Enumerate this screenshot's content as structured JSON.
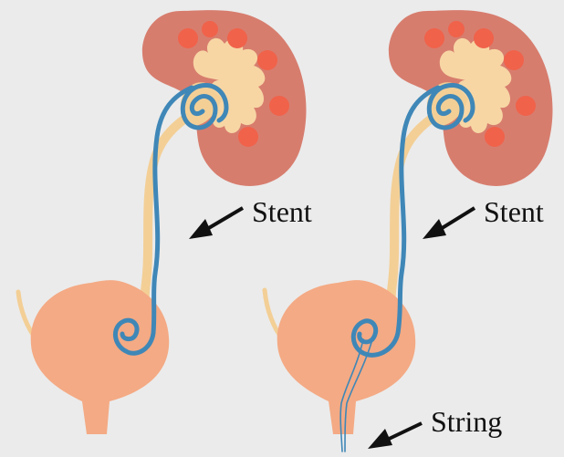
{
  "labels": {
    "stent_left": "Stent",
    "stent_right": "Stent",
    "string": "String"
  },
  "colors": {
    "background": "#ebebeb",
    "kidney": "#d77d6e",
    "calyx": "#f7d6a4",
    "papilla": "#f0624a",
    "ureter": "#f3cf96",
    "bladder": "#f4aa84",
    "stent": "#3f87b7",
    "arrow": "#111111"
  },
  "icons": [
    "kidney-icon",
    "bladder-icon",
    "stent-icon",
    "arrow-icon"
  ]
}
